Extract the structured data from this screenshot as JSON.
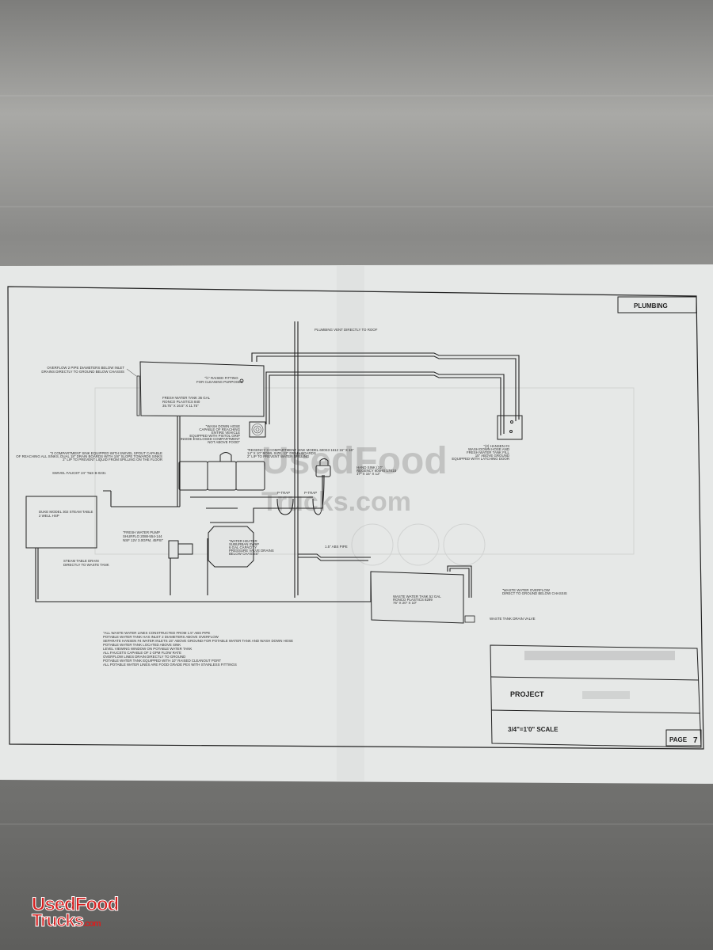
{
  "sheet": {
    "title": "PLUMBING",
    "vent_label": "PLUMBING VENT DIRECTLY TO ROOF",
    "fresh_tank": {
      "overflow_label": [
        "OVERFLOW 2 PIPE DIAMETERS BELOW INLET",
        "DRAINS DIRECTLY TO GROUND BELOW CHASSIS"
      ],
      "fitting_label": [
        "\"½\" RAISED FITTING",
        "FOR CLEANING PURPOSES"
      ],
      "tank_label": [
        "FRESH WATER TANK 36 GAL",
        "RONCO PLASTICS 840",
        "35.75\" X 16.5\" X 11.75\""
      ]
    },
    "wash_hose_label": [
      "\"WASH DOWN HOSE",
      "CAPABLE OF REACHING",
      "ENTIRE VEHICLE",
      "EQUIPPED WITH PISTOL GRIP",
      "INSIDE ENCLOSED COMPARTMENT",
      "NOT ABOVE FOOD\""
    ],
    "sink_label": [
      "\"3 COMPARTMENT SINK EQUIPPED WITH SWIVEL SPOUT CAPABLE",
      "OF REACHING ALL SINKS, DUAL 18\" DRAIN BOARDS WITH 1/8\" SLOPE TOWARDS SINKS",
      "2\" LIP TO PREVENT LIQUID FROM SPILLING ON THE FLOOR"
    ],
    "regency_label": [
      "\"REGENCY 3 COMPARTMENT SINK MODEL 600S3 1612 16\" X 16\"",
      "14\" X 10\" BOWL SIZE, 12\" DRAIN BOARDS",
      "2\" LIP TO PREVENT WATER SPILLING"
    ],
    "hand_sink_label": [
      "HAND SINK (10\"",
      "REGENCY 600HS 17X15",
      "17\" X 15\" X 12\""
    ],
    "swivel_faucet_label": "SWIVEL FAUCET 24\" T&S B-0231",
    "steam_table_label": [
      "DUKE MODEL 302 STEAM TABLE",
      "2 WELL HSP"
    ],
    "p_trap_labels": [
      "P-TRAP",
      "P-TRAP"
    ],
    "pump_label": [
      "\"FRESH WATER PUMP",
      "SHURFLO 2088-554-144",
      "NSF 12V 3.0GPM, 45PSI\""
    ],
    "heater_label": [
      "\"WATER HEATER",
      "SUBURBAN SW6P",
      "6 GAL CAPACITY",
      "PRESSURE VALVE DRAINS",
      "BELOW CHASSIS\""
    ],
    "steam_drain_label": [
      "STEAM TABLE DRAIN",
      "DIRECTLY TO WASTE TANK"
    ],
    "abs_pipe_label": "1.5\" ABS PIPE",
    "inlet_box_label": [
      "\"(2) HANSEN #4",
      "WASH DOWN HOSE AND",
      "FRESH WATER TANK FILL",
      "15\" ABOVE GROUND",
      "EQUIPPED WITH LATCHING DOOR"
    ],
    "waste_tank_label": [
      "WASTE WATER TANK 52 GAL",
      "RONCO PLASTICS 8299",
      "76\" X 20\" X 10\""
    ],
    "waste_overflow_label": [
      "\"WASTE WATER OVERFLOW",
      "DIRECT TO GROUND BELOW CHASSIS"
    ],
    "drain_valve_label": "WASTE TANK DRAIN VALVE",
    "notes": [
      "\"ALL WASTE WATER LINES CONSTRUCTED FROM 1.5\" ABS PIPE",
      "POTABLE WATER TANK HAS INLET 2 DIAMETERS ABOVE OVERFLOW",
      "SEPARATE HANSEN #4 WATER INLETS 15\" ABOVE GROUND FOR POTABLE WATER TANK AND WASH DOWN HOSE",
      "POTABLE WATER TANK LOCATED ABOVE SINK",
      "LEVEL VIEWING WINDOW ON POTABLE WATER TANK",
      "ALL FAUCETS CAPABLE OF 2 GPM FLOW RATE",
      "OVERFLOW LINES DRAIN DIRECTLY TO GROUND",
      "POTABLE WATER TANK EQUIPPED WITH 10\" RAISED CLEANOUT PORT",
      "ALL POTABLE WATER LINES ARE FOOD GRADE PEX WITH STAINLESS FITTINGS"
    ],
    "title_block": {
      "project_label": "PROJECT",
      "scale_label": "3/4\"=1'0\" SCALE",
      "page_label": "PAGE",
      "page_number": "7"
    },
    "watermark": [
      "UsedFood",
      "Trucks.com"
    ]
  },
  "logo": {
    "line1": "UsedFood",
    "line2": "Trucks",
    "suffix": ".com"
  }
}
